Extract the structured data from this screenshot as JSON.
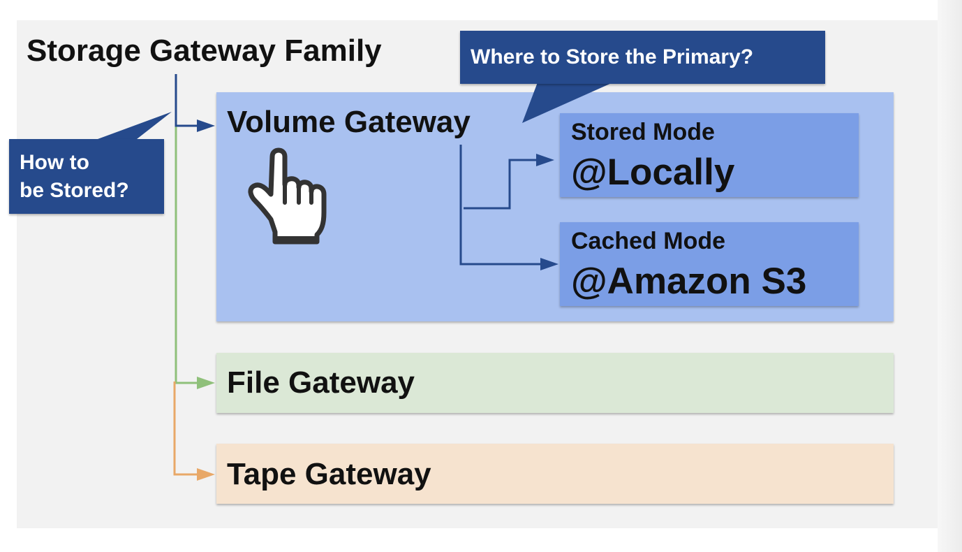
{
  "title": "Storage Gateway Family",
  "callouts": {
    "how_stored_line1": "How to",
    "how_stored_line2": "be Stored?",
    "where_primary": "Where to Store the Primary?"
  },
  "gateways": {
    "volume": "Volume Gateway",
    "file": "File Gateway",
    "tape": "Tape Gateway"
  },
  "modes": {
    "stored": {
      "title": "Stored Mode",
      "value": "@Locally"
    },
    "cached": {
      "title": "Cached Mode",
      "value": "@Amazon S3"
    }
  },
  "icons": {
    "pointer": "hand-pointer-icon"
  },
  "colors": {
    "navy": "#264a8c",
    "volume_fill": "#a9c1f0",
    "mode_fill": "#7b9ee6",
    "file_fill": "#dbe8d6",
    "tape_fill": "#f6e3cf",
    "file_line": "#8fc07a",
    "tape_line": "#e8a868"
  }
}
